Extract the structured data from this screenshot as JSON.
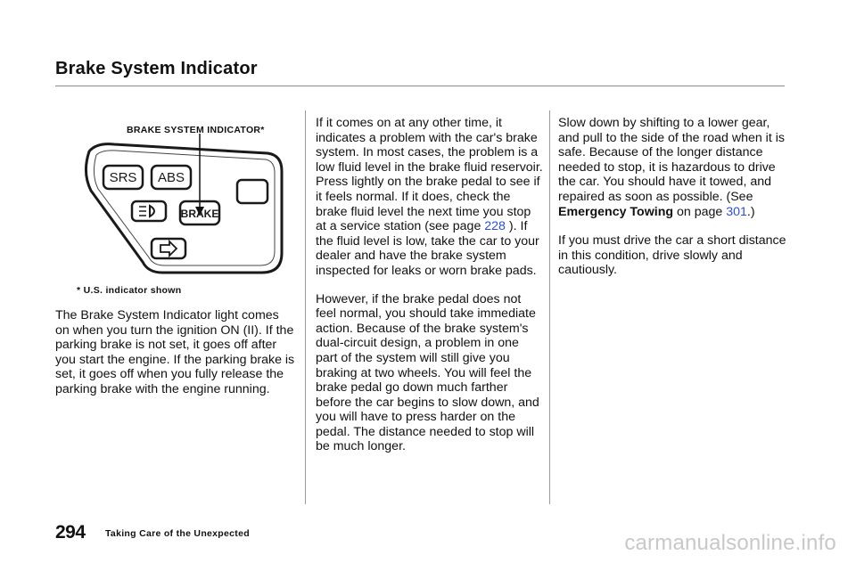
{
  "header": {
    "title": "Brake System Indicator"
  },
  "figure": {
    "label": "BRAKE SYSTEM INDICATOR*",
    "buttons": [
      "SRS",
      "ABS",
      "BRAKE"
    ],
    "footnote": "* U.S. indicator shown"
  },
  "column1": {
    "paragraph": "The Brake System Indicator light comes on when you turn the ignition ON (II). If the parking brake is not set, it goes off after you start the engine. If the parking brake is set, it goes off when you fully release the parking brake with the engine running."
  },
  "column2": {
    "p1_before": "If it comes on at any other time, it indicates a problem with the car's brake system. In most cases, the problem is a low fluid level in the brake fluid reservoir. Press lightly on the brake pedal to see if it feels normal. If it does, check the brake fluid level the next time you stop at a service station (see page ",
    "p1_link": "228",
    "p1_after": " ). If the fluid level is low, take the car to your dealer and have the brake system inspected for leaks or worn brake pads.",
    "p2": "However, if the brake pedal does not feel normal, you should take immediate action. Because of the brake system's dual-circuit design, a problem in one part of the system will still give you braking at two wheels. You will feel the brake pedal go down much farther before the car begins to slow down, and you will have to press harder on the pedal. The distance needed to stop will be much longer."
  },
  "column3": {
    "p1_before": "Slow down by shifting to a lower gear, and pull to the side of the road when it is safe. Because of the longer distance needed to stop, it is hazardous to drive the car. You should have it towed, and repaired as soon as possible. (See ",
    "p1_bold": "Emergency Towing",
    "p1_mid": " on page ",
    "p1_link": "301",
    "p1_after": ".)",
    "p2": "If you must drive the car a short distance in this condition, drive slowly and cautiously."
  },
  "footer": {
    "page_number": "294",
    "section": "Taking Care of the Unexpected",
    "watermark": "carmanualsonline.info"
  },
  "colors": {
    "link": "#2b4fd6",
    "text": "#111111",
    "watermark": "#c8c8c8"
  }
}
